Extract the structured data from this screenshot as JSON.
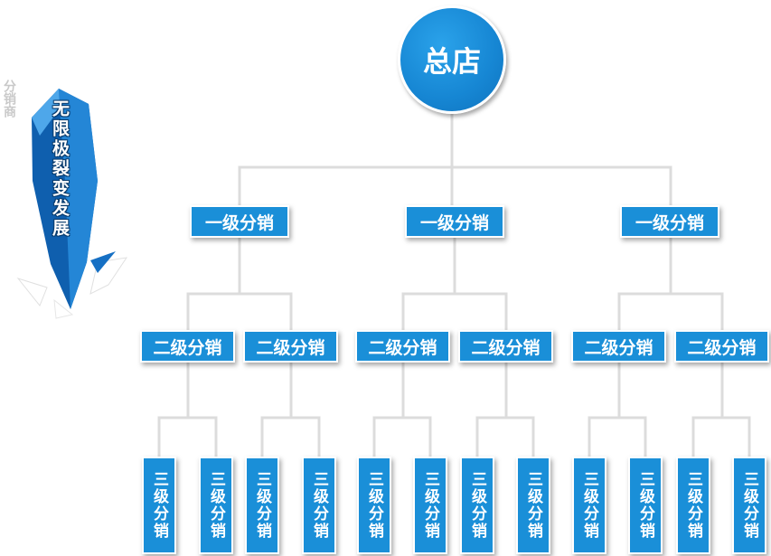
{
  "side": {
    "label": "分销商",
    "banner": "无限极裂变发展"
  },
  "root": {
    "label": "总店"
  },
  "level1": [
    "一级分销",
    "一级分销",
    "一级分销"
  ],
  "level2": [
    "二级分销",
    "二级分销",
    "二级分销",
    "二级分销",
    "二级分销",
    "二级分销"
  ],
  "level3": [
    "三级分销",
    "三级分销",
    "三级分销",
    "三级分销",
    "三级分销",
    "三级分销",
    "三级分销",
    "三级分销",
    "三级分销",
    "三级分销",
    "三级分销",
    "三级分销"
  ],
  "colors": {
    "node_fill": "#1a8fd8",
    "connector": "#dcdcdc",
    "banner_blue": "#1670c4"
  }
}
